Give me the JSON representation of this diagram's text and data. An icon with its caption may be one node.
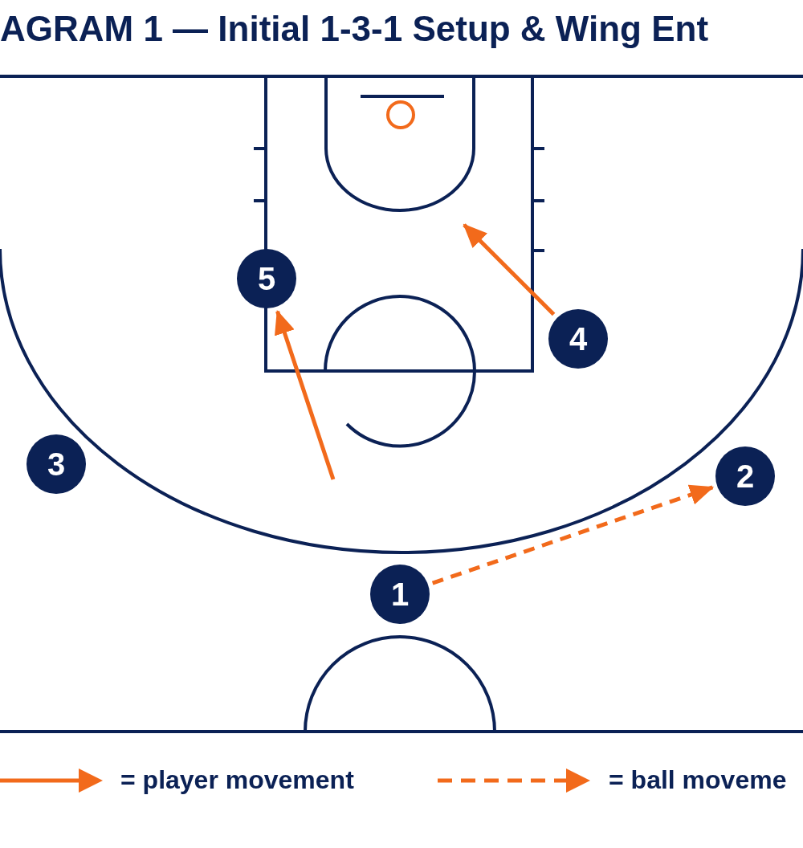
{
  "diagram": {
    "title": "AGRAM 1 — Initial 1-3-1 Setup & Wing Ent",
    "nodes": [
      {
        "text": [
          "5"
        ]
      },
      {
        "text": [
          "4"
        ]
      },
      {
        "text": [
          "3"
        ]
      },
      {
        "text": [
          "2"
        ]
      },
      {
        "text": [
          "1"
        ]
      }
    ],
    "edges": [
      {
        "from": null,
        "to": 0,
        "arrow": "to"
      },
      {
        "from": 1,
        "to": null,
        "arrow": "to"
      },
      {
        "from": 4,
        "to": 3,
        "arrow": "to",
        "style": "dashed"
      }
    ],
    "legend": [
      {
        "text": "= player movement"
      },
      {
        "text": "= ball moveme"
      }
    ]
  }
}
